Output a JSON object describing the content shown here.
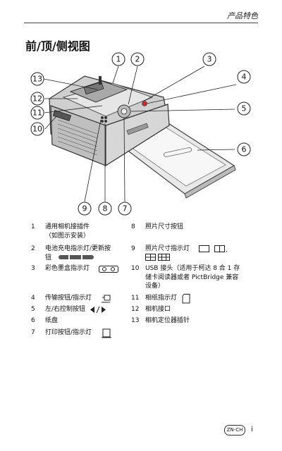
{
  "header": {
    "section": "产品特色"
  },
  "page_title": "前/顶/侧视图",
  "callouts": [
    "1",
    "2",
    "3",
    "4",
    "5",
    "6",
    "7",
    "8",
    "9",
    "10",
    "11",
    "12",
    "13"
  ],
  "legend": [
    {
      "num": "1",
      "text": "通用相机接插件\n（如图示安装）"
    },
    {
      "num": "2",
      "text": "电池充电指示灯/更新按\n钮"
    },
    {
      "num": "3",
      "text": "彩色墨盒指示灯"
    },
    {
      "num": "4",
      "text": "传输按钮/指示灯"
    },
    {
      "num": "5",
      "text": "左/右控制按钮"
    },
    {
      "num": "6",
      "text": "纸盘"
    },
    {
      "num": "7",
      "text": "打印按钮/指示灯"
    },
    {
      "num": "8",
      "text": "照片尺寸按钮"
    },
    {
      "num": "9",
      "text": "照片尺寸指示灯"
    },
    {
      "num": "10",
      "text": "USB 接头（适用于柯达 8 合 1 存\n储卡阅读器或者 PictBridge 兼容\n设备）"
    },
    {
      "num": "11",
      "text": "相纸指示灯"
    },
    {
      "num": "12",
      "text": "相机接口"
    },
    {
      "num": "13",
      "text": "相机定位器插针"
    }
  ],
  "footer": {
    "lang_badge": "ZN-CH",
    "page_number": "i"
  }
}
